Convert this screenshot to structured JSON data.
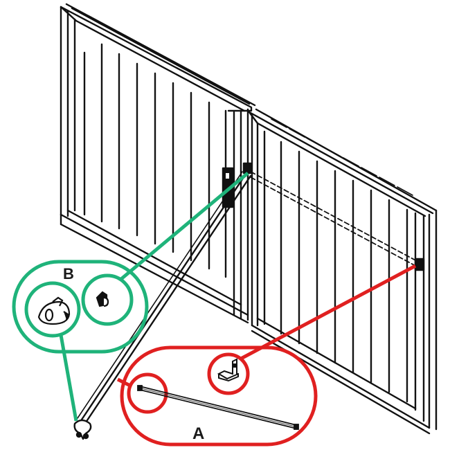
{
  "diagram": {
    "subject": "double-panel fence gate with diagonal brace rod",
    "colors": {
      "line": "#111111",
      "callout_b": "#1fb37a",
      "callout_a": "#e02020",
      "background": "#ffffff"
    },
    "callouts": [
      {
        "id": "B",
        "label": "B",
        "color": "callout_b",
        "parts": [
          "knob-cap-with-wing",
          "mounting-clip"
        ],
        "points_to": [
          "rod-bottom-end",
          "hinge-top-fitting"
        ]
      },
      {
        "id": "A",
        "label": "A",
        "color": "callout_a",
        "parts": [
          "brace-rod",
          "l-bracket"
        ],
        "points_to": [
          "rod-left-end",
          "right-panel-bracket"
        ]
      }
    ]
  }
}
